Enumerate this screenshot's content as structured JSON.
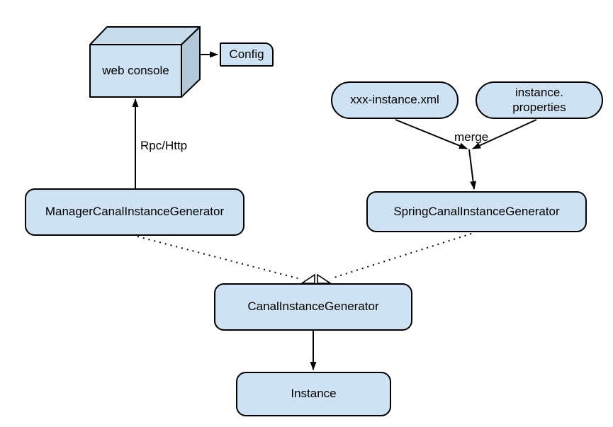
{
  "colors": {
    "background": "#ffffff",
    "node_fill": "#cfe2f3",
    "node_stroke": "#000000",
    "cube_top_fill": "#c9dcec",
    "cube_side_fill": "#b3c7d9",
    "line": "#000000"
  },
  "nodes": {
    "web_console": {
      "label": "web console",
      "shape": "cube"
    },
    "config": {
      "label": "Config"
    },
    "xxx_instance_xml": {
      "label": "xxx-instance.xml"
    },
    "instance_properties": {
      "line1": "instance.",
      "line2": "properties"
    },
    "manager_generator": {
      "label": "ManagerCanalInstanceGenerator"
    },
    "spring_generator": {
      "label": "SpringCanalInstanceGenerator"
    },
    "canal_generator": {
      "label": "CanalInstanceGenerator"
    },
    "instance": {
      "label": "Instance"
    }
  },
  "edges": {
    "rpc_http_label": "Rpc/Http",
    "merge_label": "merge"
  }
}
